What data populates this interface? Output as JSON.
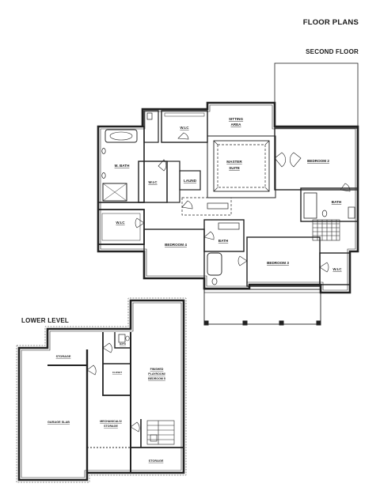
{
  "header": {
    "title": "FLOOR PLANS",
    "second_floor": "SECOND FLOOR",
    "lower_level": "LOWER LEVEL"
  },
  "rooms_second": {
    "wic_top": "W.I.C",
    "sitting1": "SITTING",
    "sitting2": "AREA",
    "mbath": "M. BATH",
    "master1": "MASTER",
    "master2": "SUITE",
    "bed2": "BEDROOM 2",
    "wic_mid": "W.I.C",
    "laund": "LAUND",
    "bath_right": "BATH",
    "wic_left": "W.I.C",
    "bath_center": "BATH",
    "bed4": "BEDROOM 4",
    "bed3": "BEDROOM 3",
    "wic_right": "W.I.C"
  },
  "rooms_lower": {
    "storage_top": "STORAGE",
    "bath": "BATH",
    "closet": "CLOSET",
    "play1": "FINISHED",
    "play2": "PLAYROOM/",
    "play3": "BEDROOM 5",
    "garage": "GARAGE SLAB",
    "mech1": "MECHANICALS/",
    "mech2": "STORAGE",
    "storage_bot": "STORAGE"
  }
}
